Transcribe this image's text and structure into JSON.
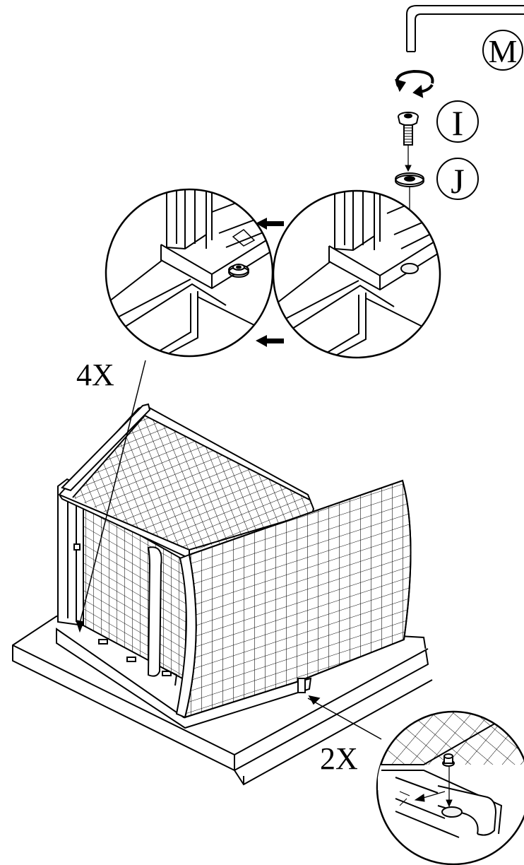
{
  "labels": {
    "tool_m": "M",
    "part_i": "I",
    "part_j": "J",
    "qty_top": "4X",
    "qty_bottom": "2X"
  },
  "colors": {
    "ink": "#000000",
    "paper": "#ffffff",
    "hole_fill": "#f3f3f3"
  },
  "icons": {
    "tool_m": "hex-key-icon",
    "rotation": "rotate-arrow-icon",
    "part_i": "bolt-icon",
    "part_j": "washer-icon",
    "direction": "left-arrow-icon"
  }
}
